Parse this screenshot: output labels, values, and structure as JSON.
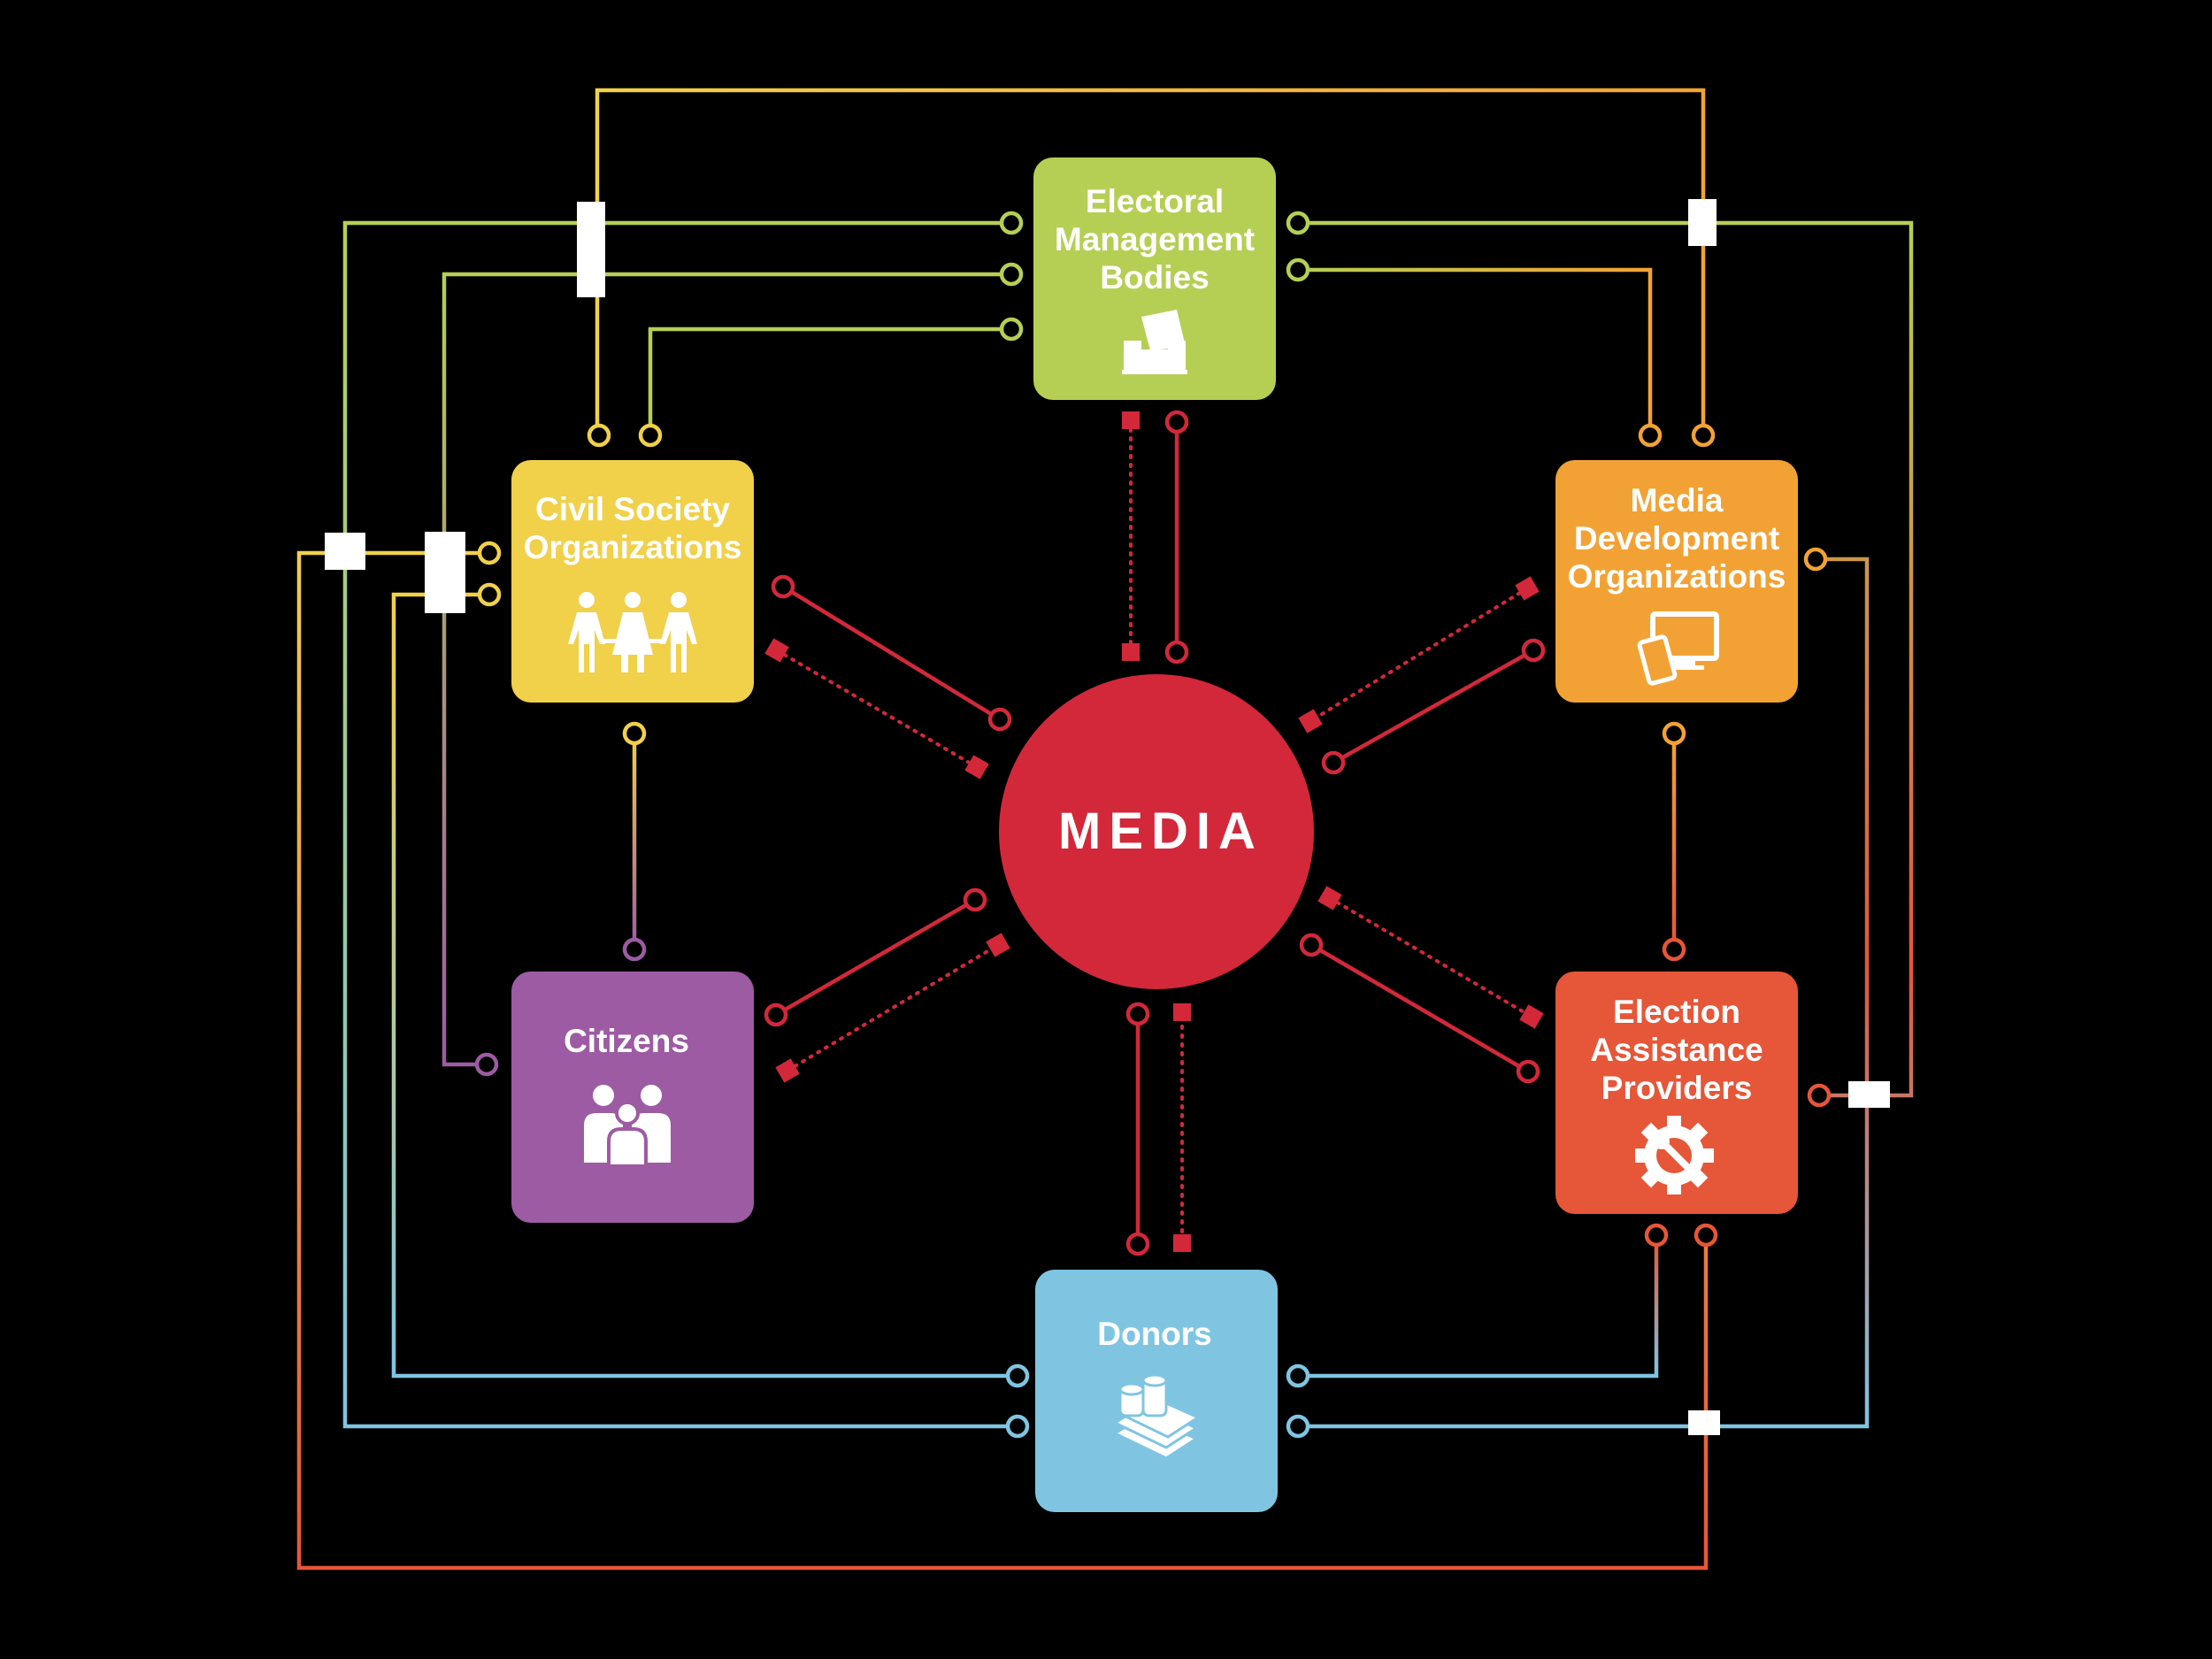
{
  "center": {
    "label": "MEDIA"
  },
  "nodes": {
    "emb": {
      "lines": [
        "Electoral",
        "Management",
        "Bodies"
      ]
    },
    "cso": {
      "lines": [
        "Civil Society",
        "Organizations"
      ]
    },
    "mdo": {
      "lines": [
        "Media",
        "Development",
        "Organizations"
      ]
    },
    "citizens": {
      "lines": [
        "Citizens"
      ]
    },
    "eap": {
      "lines": [
        "Election",
        "Assistance",
        "Providers"
      ]
    },
    "donors": {
      "lines": [
        "Donors"
      ]
    }
  },
  "icons": {
    "emb": "ballot-box-icon",
    "cso": "people-holding-hands-icon",
    "mdo": "phone-and-monitor-icon",
    "citizens": "family-icon",
    "eap": "gear-wrench-icon",
    "donors": "money-stack-icon"
  },
  "colors": {
    "background": "#000000",
    "media": "#d3283a",
    "emb": "#b5cf55",
    "cso": "#f1d04a",
    "mdo": "#f2a235",
    "citizens": "#9d5ba3",
    "eap": "#e65638",
    "donors": "#7fc5e2"
  }
}
